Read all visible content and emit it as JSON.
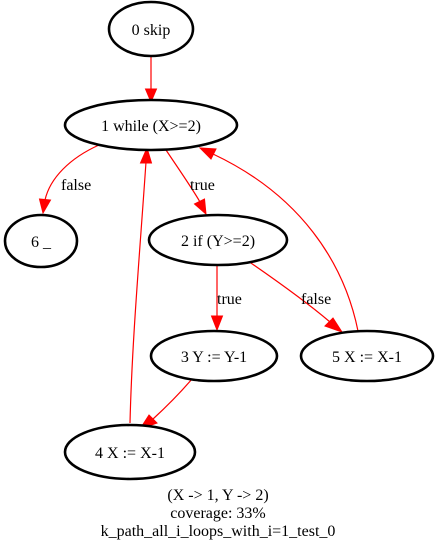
{
  "nodes": [
    {
      "id": "n0",
      "label": "0 skip"
    },
    {
      "id": "n1",
      "label": "1 while (X>=2)"
    },
    {
      "id": "n2",
      "label": "2 if (Y>=2)"
    },
    {
      "id": "n3",
      "label": "3 Y := Y-1"
    },
    {
      "id": "n4",
      "label": "4 X := X-1"
    },
    {
      "id": "n5",
      "label": "5 X := X-1"
    },
    {
      "id": "n6",
      "label": "6 _"
    }
  ],
  "edges": [
    {
      "from": "n0",
      "to": "n1",
      "label": ""
    },
    {
      "from": "n1",
      "to": "n6",
      "label": "false"
    },
    {
      "from": "n1",
      "to": "n2",
      "label": "true"
    },
    {
      "from": "n2",
      "to": "n3",
      "label": "true"
    },
    {
      "from": "n2",
      "to": "n5",
      "label": "false"
    },
    {
      "from": "n3",
      "to": "n4",
      "label": ""
    },
    {
      "from": "n4",
      "to": "n1",
      "label": ""
    },
    {
      "from": "n5",
      "to": "n1",
      "label": ""
    }
  ],
  "edge_color": "#ff0000",
  "caption": {
    "line1": "(X -> 1, Y -> 2)",
    "line2": "coverage: 33%",
    "line3": "k_path_all_i_loops_with_i=1_test_0"
  }
}
